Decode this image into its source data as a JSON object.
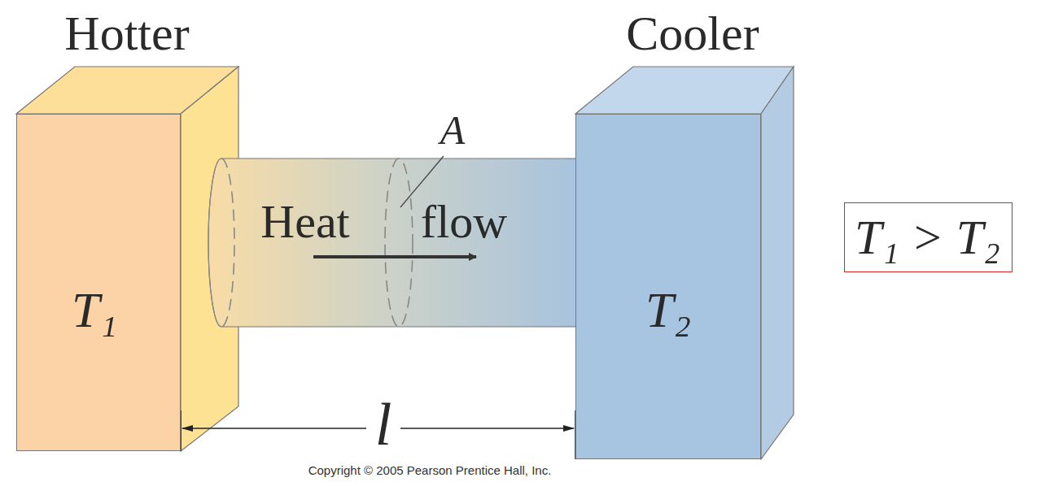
{
  "diagram": {
    "nodes": [
      {
        "text": [
          "Hotter",
          "T₁"
        ]
      },
      {
        "text": [
          "Heat",
          "flow"
        ]
      },
      {
        "text": [
          "Cooler",
          "T₂"
        ]
      },
      {
        "text": [
          "T₁ > T₂"
        ]
      }
    ],
    "labels": [
      "A",
      "l",
      "Copyright © 2005 Pearson Prentice Hall, Inc."
    ]
  }
}
